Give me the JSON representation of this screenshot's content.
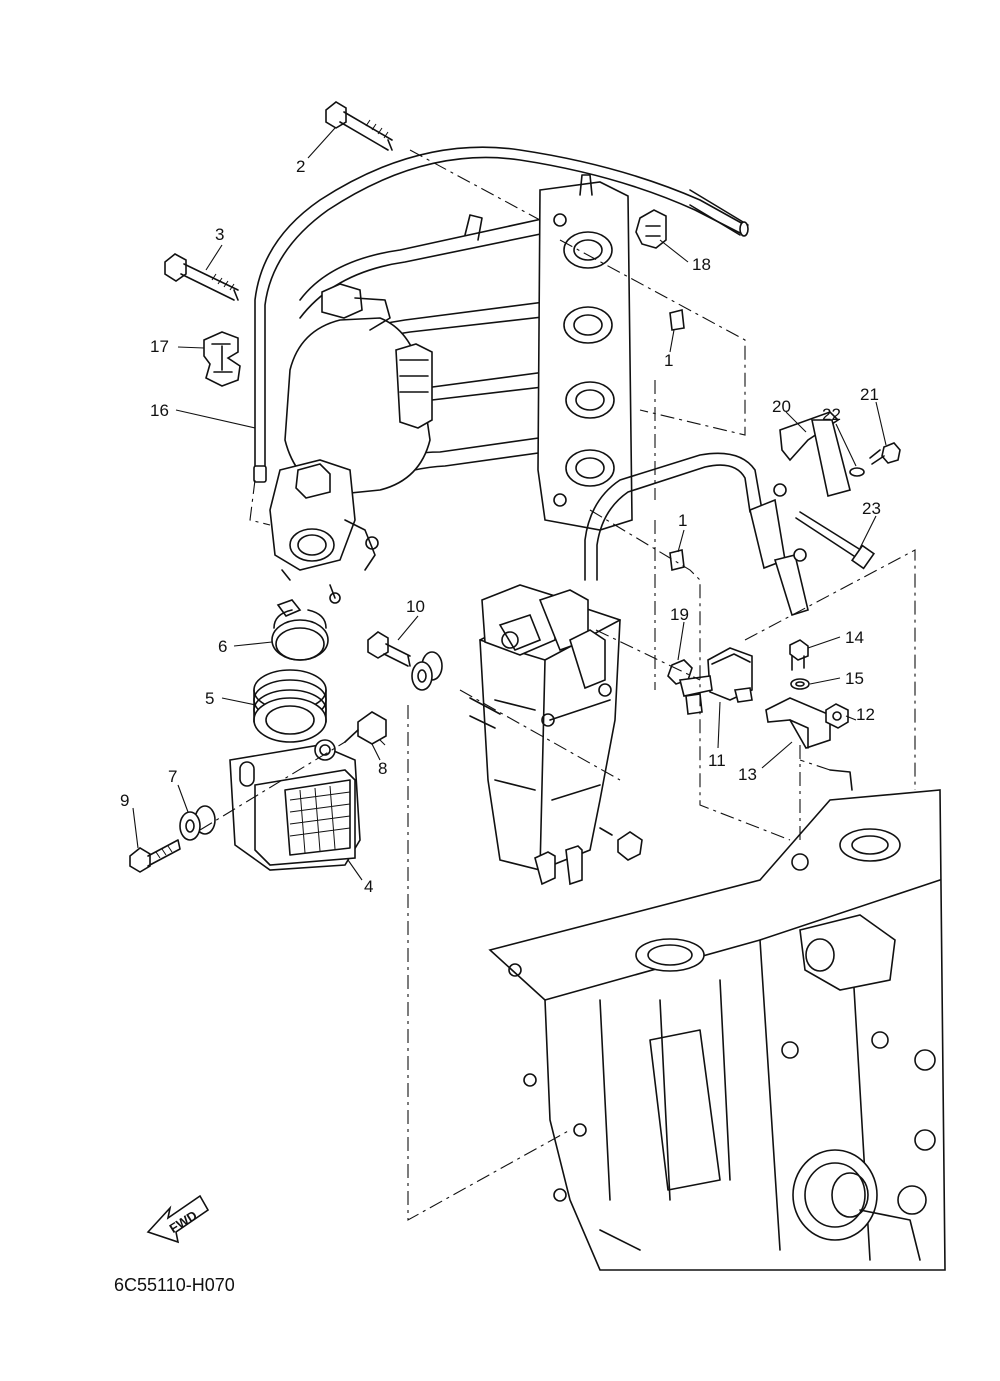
{
  "diagram": {
    "drawing_code": "6C55110-H070",
    "direction_indicator": "FWD",
    "callouts": [
      {
        "id": "c2",
        "text": "2"
      },
      {
        "id": "c3",
        "text": "3"
      },
      {
        "id": "c17",
        "text": "17"
      },
      {
        "id": "c16",
        "text": "16"
      },
      {
        "id": "c18",
        "text": "18"
      },
      {
        "id": "c1a",
        "text": "1"
      },
      {
        "id": "c1b",
        "text": "1"
      },
      {
        "id": "c20",
        "text": "20"
      },
      {
        "id": "c21",
        "text": "21"
      },
      {
        "id": "c22",
        "text": "22"
      },
      {
        "id": "c23",
        "text": "23"
      },
      {
        "id": "c6",
        "text": "6"
      },
      {
        "id": "c5",
        "text": "5"
      },
      {
        "id": "c10",
        "text": "10"
      },
      {
        "id": "c19",
        "text": "19"
      },
      {
        "id": "c14",
        "text": "14"
      },
      {
        "id": "c15",
        "text": "15"
      },
      {
        "id": "c12",
        "text": "12"
      },
      {
        "id": "c11",
        "text": "11"
      },
      {
        "id": "c13",
        "text": "13"
      },
      {
        "id": "c8",
        "text": "8"
      },
      {
        "id": "c7",
        "text": "7"
      },
      {
        "id": "c9",
        "text": "9"
      },
      {
        "id": "c4",
        "text": "4"
      }
    ]
  }
}
